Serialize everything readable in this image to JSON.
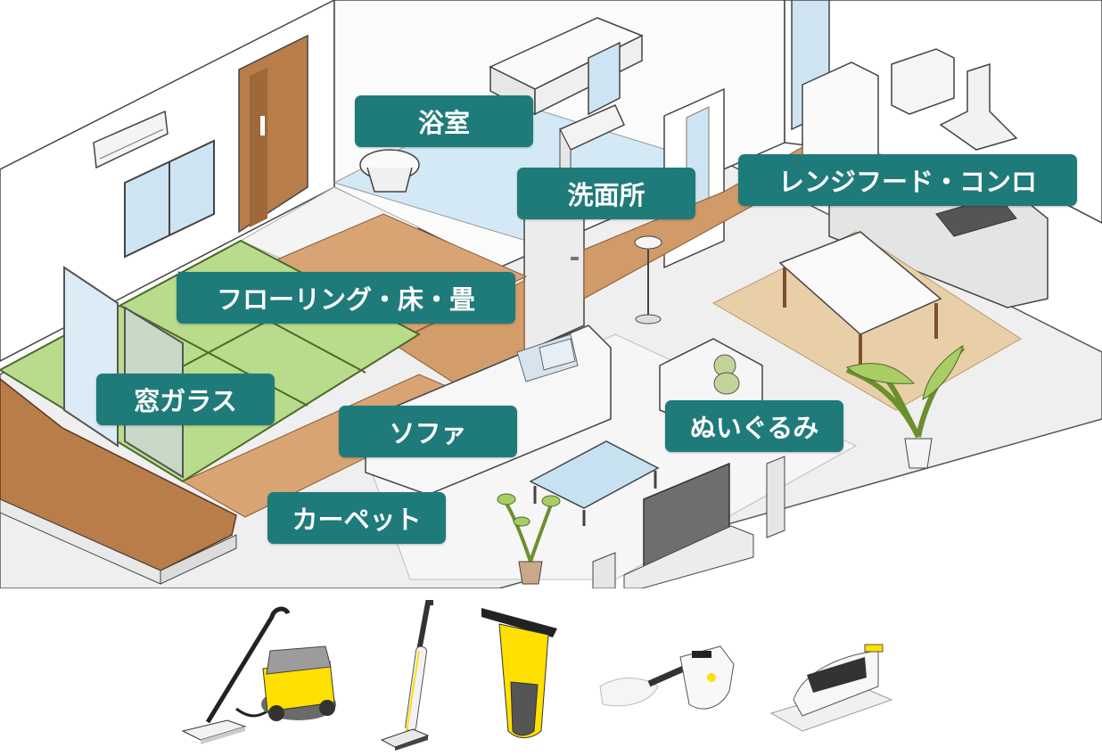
{
  "colors": {
    "label_bg": "#1f7b7a",
    "tatami": "#b9dc8c",
    "wood_floor": "#cf9a6b",
    "floor": "#f3f3f3",
    "bathroom_floor": "#d4e9f6",
    "karcher_yellow": "#ffe000"
  },
  "labels": {
    "bathroom": "浴室",
    "washroom": "洗面所",
    "range_hood": "レンジフード・コンロ",
    "flooring": "フローリング・床・畳",
    "window_glass": "窓ガラス",
    "sofa": "ソファ",
    "stuffed_toys": "ぬいぐるみ",
    "carpet": "カーペット"
  },
  "products": [
    {
      "icon": "steam-cleaner-icon"
    },
    {
      "icon": "steam-mop-icon"
    },
    {
      "icon": "window-vac-icon"
    },
    {
      "icon": "handheld-steamer-icon"
    },
    {
      "icon": "fabric-steamer-icon"
    }
  ]
}
